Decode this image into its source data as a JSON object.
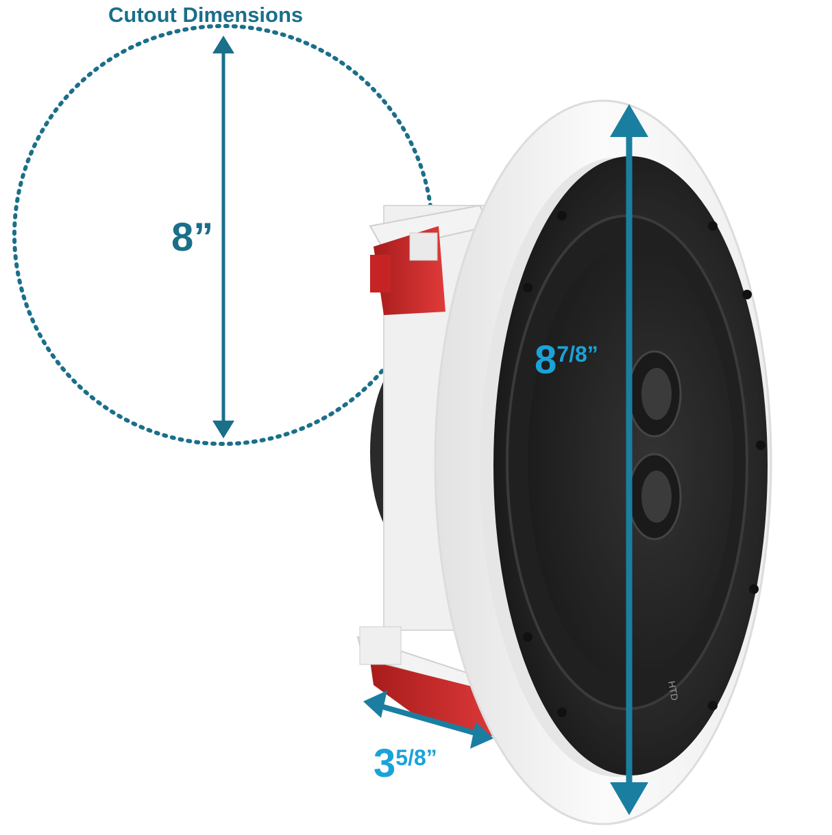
{
  "title": "Cutout Dimensions",
  "cutout": {
    "value": "8”"
  },
  "outer_diameter": {
    "whole": "8",
    "fraction": "7/8”"
  },
  "depth": {
    "whole": "3",
    "fraction": "5/8”"
  },
  "logo_text": "HTD",
  "colors": {
    "title": "#1a6f8a",
    "cutout_arrow": "#1a6f8a",
    "dimension_arrow": "#1a7ea1",
    "dimension_text": "#1aa3d9",
    "bracket_red": "#d42a2a",
    "speaker_black": "#2b2b2b",
    "bezel_white": "#f4f4f4"
  }
}
